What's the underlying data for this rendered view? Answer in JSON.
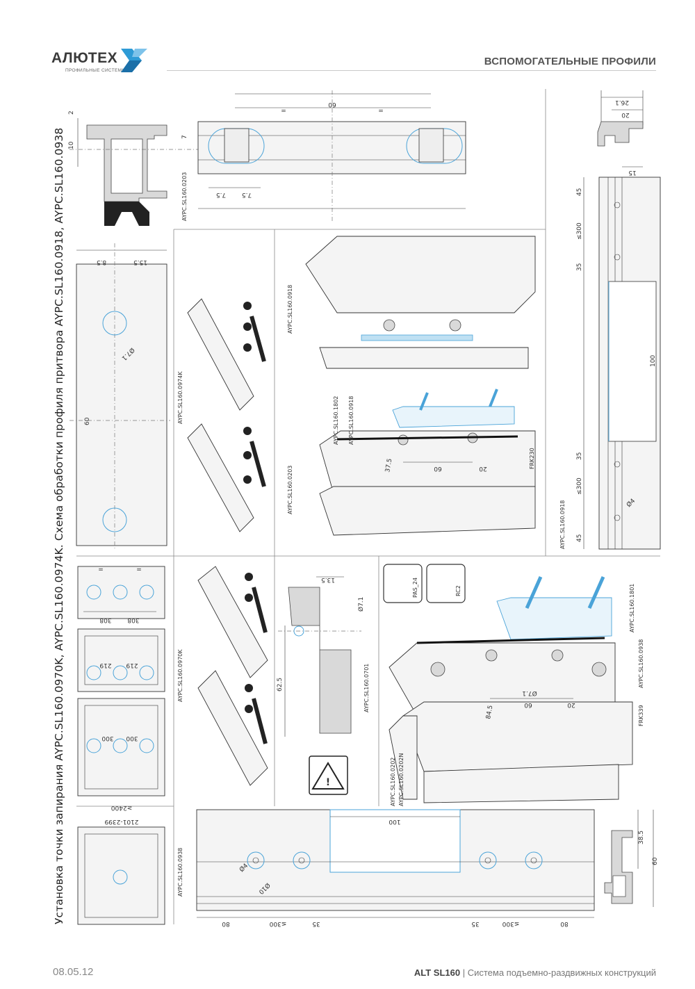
{
  "header": {
    "brand": "АЛЮТЕХ",
    "brand_sub": "ПРОФИЛЬНЫЕ СИСТЕМЫ",
    "title": "ВСПОМОГАТЕЛЬНЫЕ ПРОФИЛИ"
  },
  "drawing_title": "Установка точки запирания AYPC.SL160.0970K, AYPC.SL160.0974K. Схема обработки профиля притвора AYPC.SL160.0918, AYPC.SL160.0938",
  "part_labels": {
    "p0203_top": "AYPC.SL160.0203",
    "p0974k": "AYPC.SL160.0974K",
    "p0918_a": "AYPC.SL160.0918",
    "p1802": "AYPC.SL160.1802",
    "p0918_b": "AYPC.SL160.0918",
    "p0203_mid": "AYPC.SL160.0203",
    "frk230": "FRK230",
    "p0918_right": "AYPC.SL160.0918",
    "p0970k": "AYPC.SL160.0970K",
    "p0701": "AYPC.SL160.0701",
    "pas24": "PAS_24",
    "rc2": "RC2",
    "p1801": "AYPC.SL160.1801",
    "p0938_a": "AYPC.SL160.0938",
    "frk339": "FRK339",
    "p0202": "AYPC.SL160.0202",
    "p0202n": "AYPC.SL160.0202N",
    "p0938_bottom": "AYPC.SL160.0938"
  },
  "dimensions": {
    "d2": "2",
    "d10": "10",
    "d7": "7",
    "d60_top": "60",
    "d75a": "7.5",
    "d75b": "7.5",
    "d261": "26.1",
    "d20_top": "20",
    "d15": "15",
    "d85": "8.5",
    "d155": "15.5",
    "d71": "Ø7.1",
    "d60_left": "60",
    "d45a": "45",
    "d300a": "≤300",
    "d35a": "35",
    "d100_right": "100",
    "d35b": "35",
    "d300b": "≤300",
    "d4_right": "Ø4",
    "d45b": "45",
    "d375": "37.5",
    "d60_mid": "60",
    "d20_mid": "20",
    "d308a": "308",
    "d308b": "308",
    "d219a": "219",
    "d219b": "219",
    "d300c": "300",
    "d300d": "300",
    "d2400": "≥2400",
    "d2399": "2101-2399",
    "d135": "13.5",
    "d71b": "Ø7.1",
    "d625": "62.5",
    "d71c": "Ø7.1",
    "d60_lower": "60",
    "d20_lower": "20",
    "d845": "84.5",
    "d100_bottom": "100",
    "d4_bottom": "Ø4",
    "d10_bottom": "Ø10",
    "d80a": "80",
    "d300e": "≤300",
    "d35c": "35",
    "d35d": "35",
    "d300f": "≤300",
    "d80b": "80",
    "d385": "38.5",
    "d60_br": "60",
    "eq": "="
  },
  "footer": {
    "date": "08.05.12",
    "series": "ALT SL160",
    "sep": " | ",
    "description": "Система подъемно-раздвижных конструкций"
  },
  "colors": {
    "accent_blue": "#4aa3d8",
    "logo_blue": "#2e9bd6",
    "line_gray": "#333333"
  }
}
